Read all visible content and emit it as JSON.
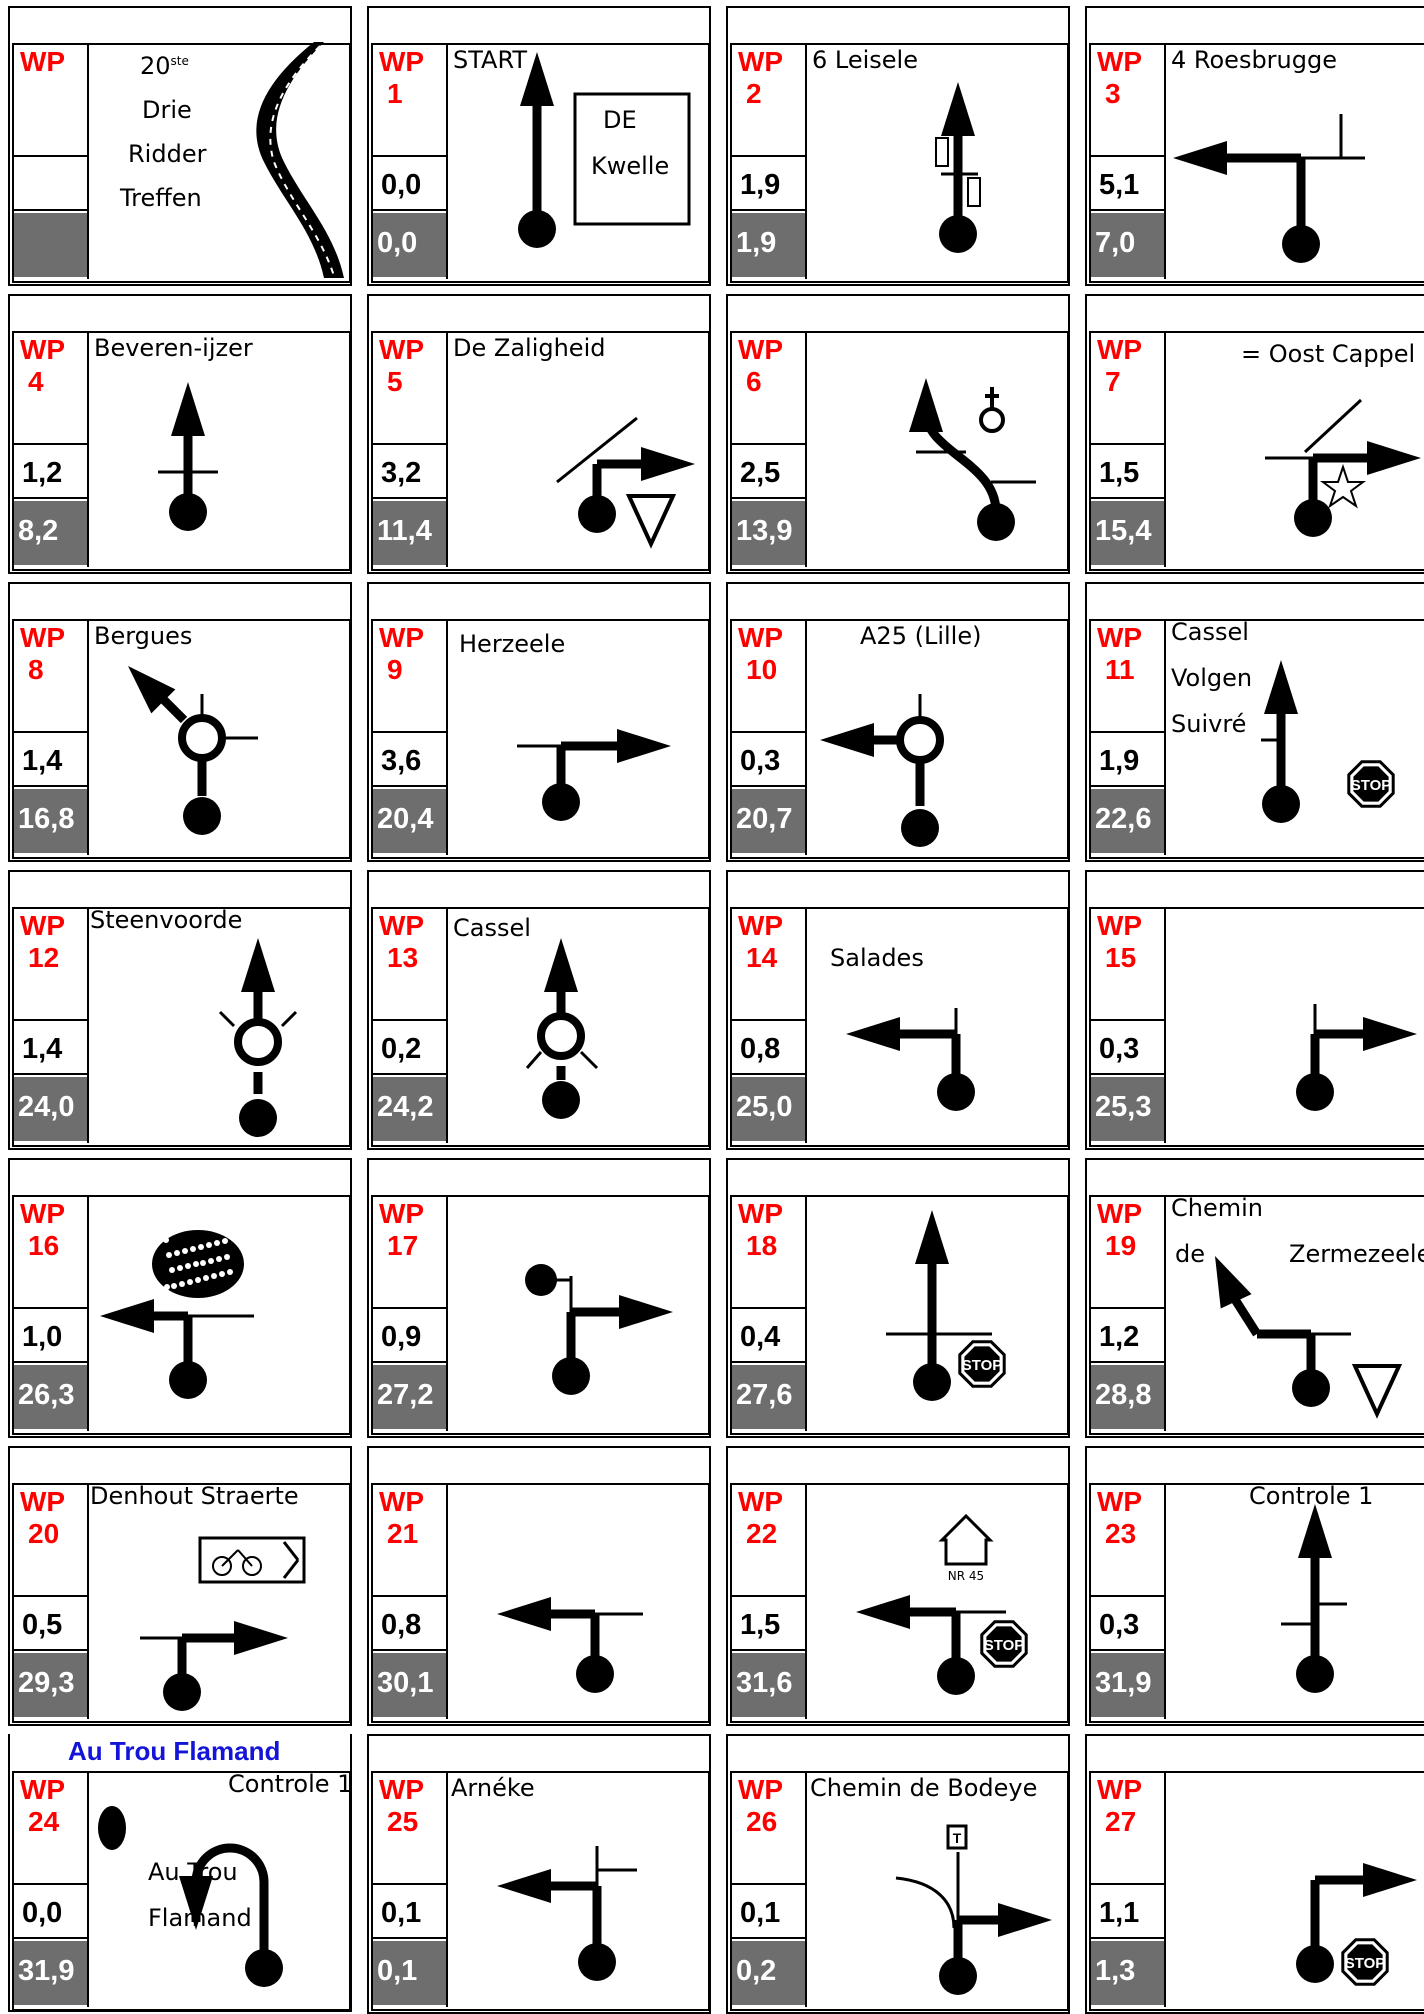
{
  "title_card": {
    "number": "20",
    "suffix": "ste",
    "lines": [
      "Drie",
      "Ridder",
      "Treffen"
    ]
  },
  "cards": [
    {
      "wp": "WP",
      "n": "1",
      "part": "0,0",
      "cum": "0,0",
      "labels": [
        "START"
      ],
      "box": [
        "DE",
        "Kwelle"
      ]
    },
    {
      "wp": "WP",
      "n": "2",
      "part": "1,9",
      "cum": "1,9",
      "labels": [
        "6 Leisele"
      ]
    },
    {
      "wp": "WP",
      "n": "3",
      "part": "5,1",
      "cum": "7,0",
      "labels": [
        "4 Roesbrugge"
      ]
    },
    {
      "wp": "WP",
      "n": "4",
      "part": "1,2",
      "cum": "8,2",
      "labels": [
        "Beveren-ijzer"
      ]
    },
    {
      "wp": "WP",
      "n": "5",
      "part": "3,2",
      "cum": "11,4",
      "labels": [
        "De Zaligheid"
      ]
    },
    {
      "wp": "WP",
      "n": "6",
      "part": "2,5",
      "cum": "13,9",
      "labels": []
    },
    {
      "wp": "WP",
      "n": "7",
      "part": "1,5",
      "cum": "15,4",
      "labels": [
        "= Oost Cappel"
      ]
    },
    {
      "wp": "WP",
      "n": "8",
      "part": "1,4",
      "cum": "16,8",
      "labels": [
        "Bergues"
      ]
    },
    {
      "wp": "WP",
      "n": "9",
      "part": "3,6",
      "cum": "20,4",
      "labels": [
        "Herzeele"
      ]
    },
    {
      "wp": "WP",
      "n": "10",
      "part": "0,3",
      "cum": "20,7",
      "labels": [
        "A25 (Lille)"
      ]
    },
    {
      "wp": "WP",
      "n": "11",
      "part": "1,9",
      "cum": "22,6",
      "labels": [
        "Cassel",
        "Volgen",
        "Suivré"
      ]
    },
    {
      "wp": "WP",
      "n": "12",
      "part": "1,4",
      "cum": "24,0",
      "labels": [
        "Steenvoorde"
      ]
    },
    {
      "wp": "WP",
      "n": "13",
      "part": "0,2",
      "cum": "24,2",
      "labels": [
        "Cassel"
      ]
    },
    {
      "wp": "WP",
      "n": "14",
      "part": "0,8",
      "cum": "25,0",
      "labels": [
        "Salades"
      ]
    },
    {
      "wp": "WP",
      "n": "15",
      "part": "0,3",
      "cum": "25,3",
      "labels": []
    },
    {
      "wp": "WP",
      "n": "16",
      "part": "1,0",
      "cum": "26,3",
      "labels": []
    },
    {
      "wp": "WP",
      "n": "17",
      "part": "0,9",
      "cum": "27,2",
      "labels": []
    },
    {
      "wp": "WP",
      "n": "18",
      "part": "0,4",
      "cum": "27,6",
      "labels": []
    },
    {
      "wp": "WP",
      "n": "19",
      "part": "1,2",
      "cum": "28,8",
      "labels": [
        "Chemin",
        "de",
        "Zermezeele"
      ]
    },
    {
      "wp": "WP",
      "n": "20",
      "part": "0,5",
      "cum": "29,3",
      "labels": [
        "Denhout Straerte"
      ]
    },
    {
      "wp": "WP",
      "n": "21",
      "part": "0,8",
      "cum": "30,1",
      "labels": []
    },
    {
      "wp": "WP",
      "n": "22",
      "part": "1,5",
      "cum": "31,6",
      "labels": [],
      "house": "NR 45"
    },
    {
      "wp": "WP",
      "n": "23",
      "part": "0,3",
      "cum": "31,9",
      "labels": [
        "Controle 1"
      ]
    },
    {
      "wp": "WP",
      "n": "24",
      "part": "0,0",
      "cum": "31,9",
      "labels": [
        "Controle 1",
        "Au Trou",
        "Flamand"
      ],
      "above": "Au Trou Flamand"
    },
    {
      "wp": "WP",
      "n": "25",
      "part": "0,1",
      "cum": "0,1",
      "labels": [
        "Arnéke"
      ]
    },
    {
      "wp": "WP",
      "n": "26",
      "part": "0,1",
      "cum": "0,2",
      "labels": [
        "Chemin de Bodeye"
      ]
    },
    {
      "wp": "WP",
      "n": "27",
      "part": "1,1",
      "cum": "1,3",
      "labels": []
    }
  ],
  "sign_text": {
    "stop": "STOP",
    "tram": "T"
  },
  "colors": {
    "wp": "#ff0000",
    "cumulative_bg": "#6e6e6e",
    "highlight": "#1414d8"
  }
}
